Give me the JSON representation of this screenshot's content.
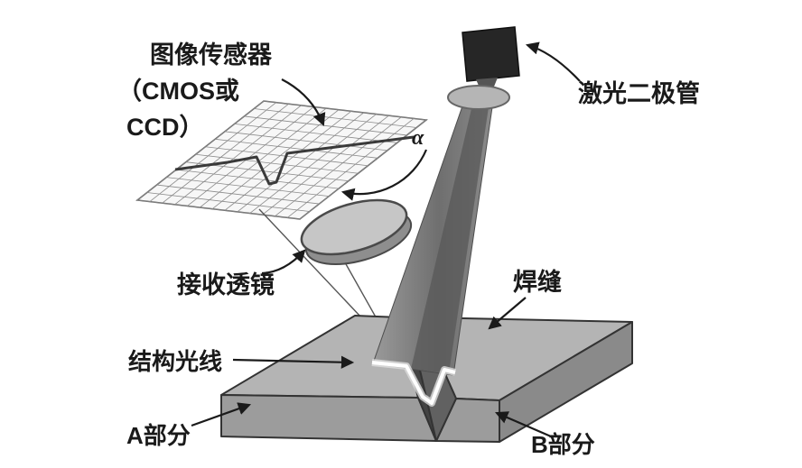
{
  "labels": {
    "image_sensor_line1": "图像传感器",
    "image_sensor_line2": "（CMOS或",
    "image_sensor_line3": "CCD）",
    "laser_diode": "激光二极管",
    "angle_alpha": "α",
    "receiving_lens": "接收透镜",
    "weld_seam": "焊缝",
    "structured_light": "结构光线",
    "part_a": "A部分",
    "part_b": "B部分"
  },
  "colors": {
    "ink": "#1a1a1a",
    "plane-fill": "#f7f7f7",
    "grid-line": "#8a8a8a",
    "cone": "#7d7d7d",
    "cone-dark": "#585858",
    "metal-top": "#b4b4b4",
    "metal-front": "#9c9c9c",
    "metal-side": "#8a8a8a",
    "groove-dark": "#434343",
    "groove-mid": "#616161",
    "lens-top": "#c6c6c6",
    "lens-bottom": "#8e8e8e",
    "diode": "#262626",
    "laser-line": "#ffffff"
  }
}
